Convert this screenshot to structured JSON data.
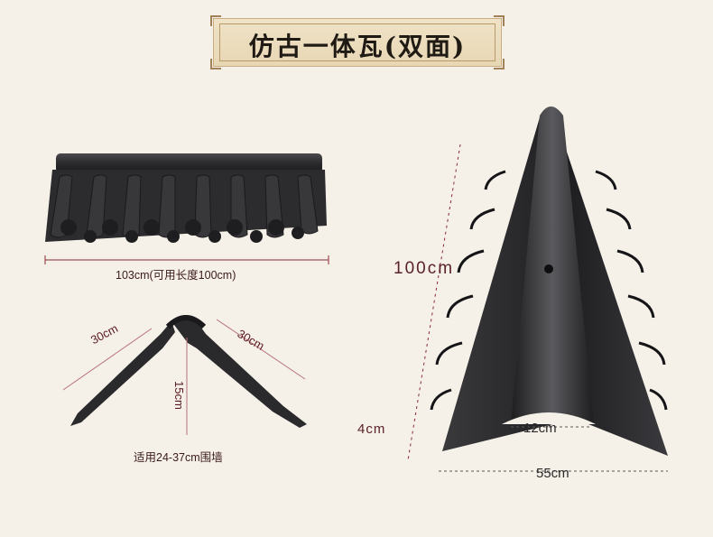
{
  "title": "仿古一体瓦(双面)",
  "labels": {
    "length": "103cm(可用长度100cm)",
    "side_left": "30cm",
    "side_right": "30cm",
    "height_small": "15cm",
    "wall_fit": "适用24-37cm围墙",
    "height": "100cm",
    "edge": "4cm",
    "ridge_width": "12cm",
    "base_width": "55cm"
  },
  "colors": {
    "background": "#f5f0e8",
    "tile": "#2a2a2c",
    "dimension_line": "#8a2a36"
  }
}
